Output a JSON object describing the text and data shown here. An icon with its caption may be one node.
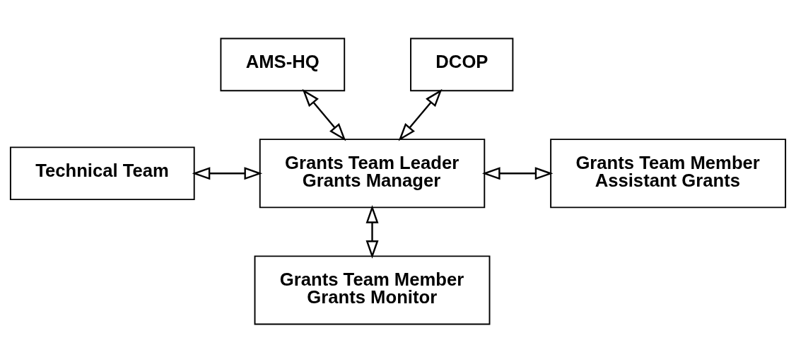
{
  "diagram": {
    "nodes": [
      {
        "text": [
          "AMS-HQ"
        ]
      },
      {
        "text": [
          "DCOP"
        ]
      },
      {
        "text": [
          "Grants Team Leader",
          "Grants Manager"
        ]
      },
      {
        "text": [
          "Technical Team"
        ]
      },
      {
        "text": [
          "Grants Team Member",
          "Assistant Grants"
        ]
      },
      {
        "text": [
          "Grants Team Member",
          "Grants Monitor"
        ]
      }
    ],
    "edges": [
      {
        "from": 0,
        "to": 2,
        "arrow": "both"
      },
      {
        "from": 1,
        "to": 2,
        "arrow": "both"
      },
      {
        "from": 3,
        "to": 2,
        "arrow": "both"
      },
      {
        "from": 2,
        "to": 4,
        "arrow": "both"
      },
      {
        "from": 2,
        "to": 5,
        "arrow": "both"
      }
    ]
  }
}
